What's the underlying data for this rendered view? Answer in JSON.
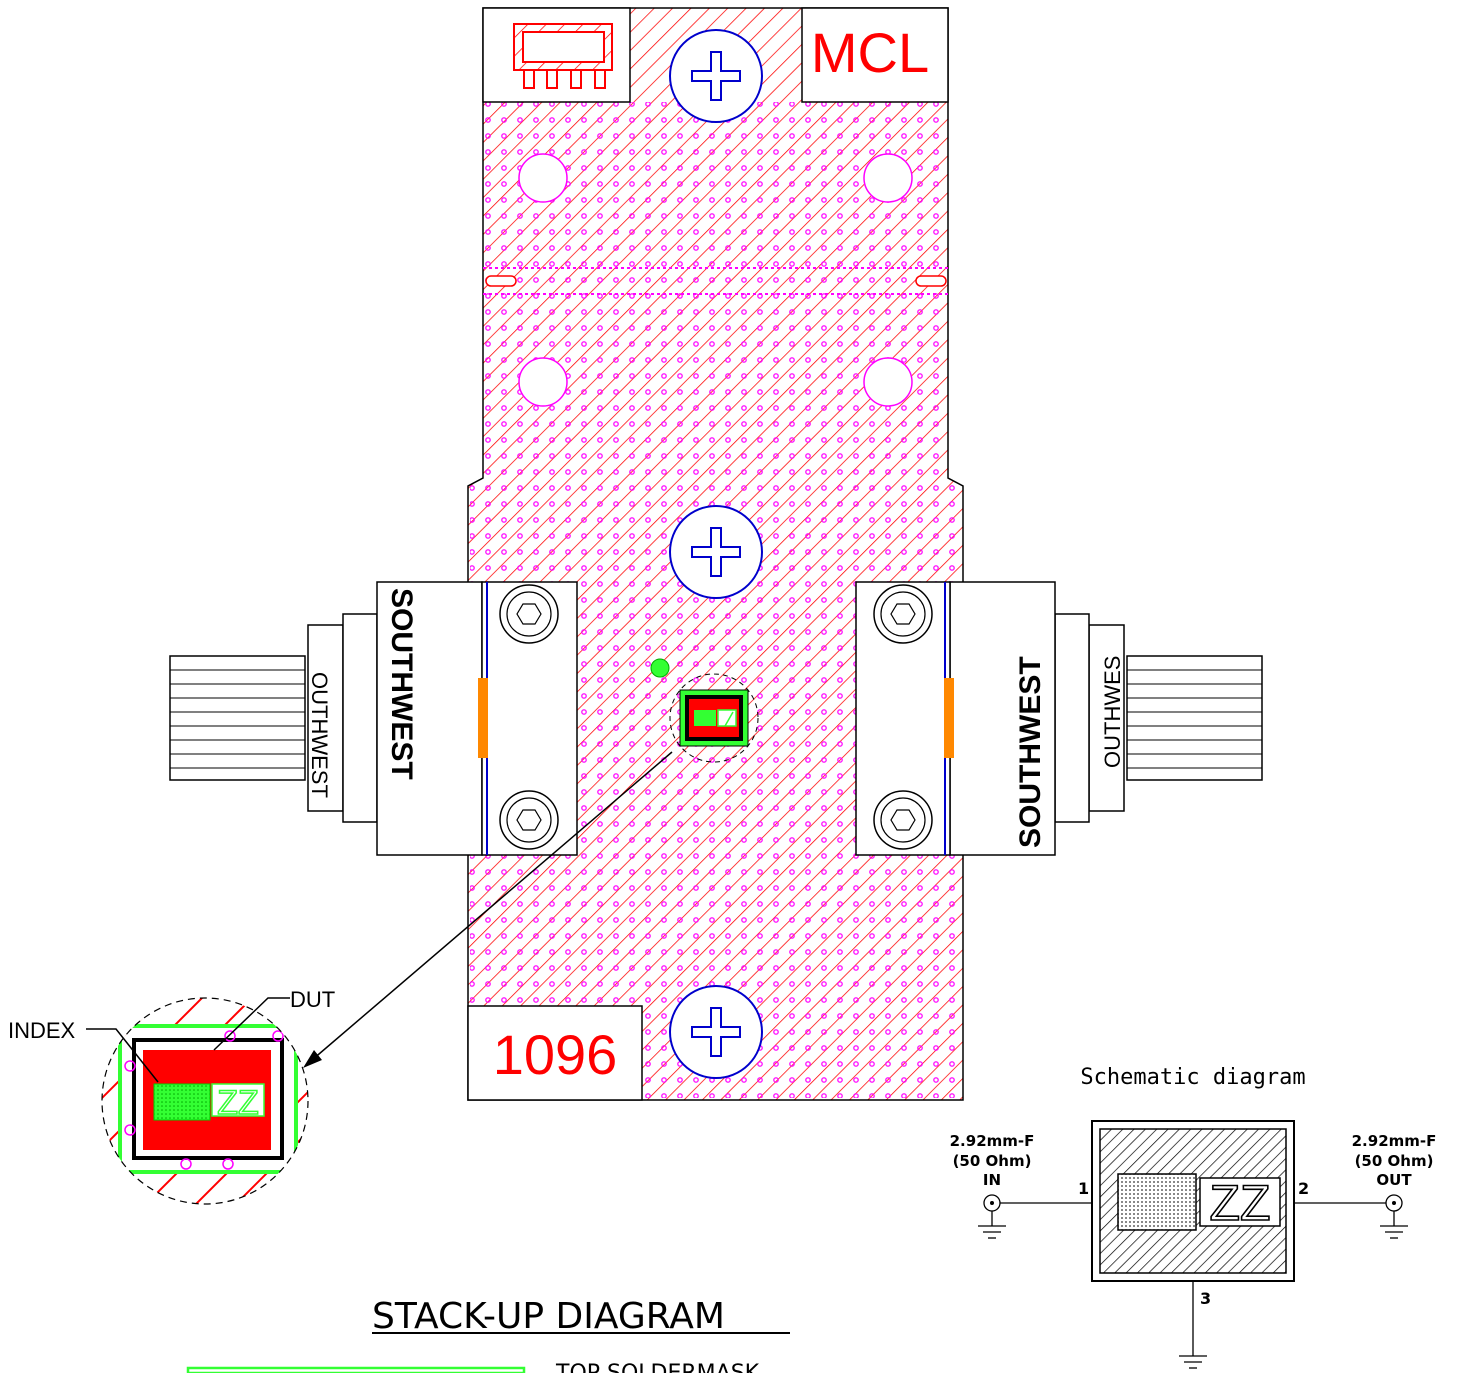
{
  "board": {
    "logo_text": "MCL",
    "part_number": "1096"
  },
  "connectors": {
    "brand": "SOUTHWEST",
    "brand_partial_left": "OUTHWEST",
    "brand_partial_right": "OUTHWES"
  },
  "detail": {
    "index_label": "INDEX",
    "dut_label": "DUT",
    "marking": "ZZ"
  },
  "schematic": {
    "title": "Schematic diagram",
    "in_connector": "2.92mm-F",
    "in_impedance": "(50 Ohm)",
    "in_label": "IN",
    "out_connector": "2.92mm-F",
    "out_impedance": "(50 Ohm)",
    "out_label": "OUT",
    "pin1": "1",
    "pin2": "2",
    "pin3": "3",
    "marking": "ZZ"
  },
  "stackup": {
    "title": "STACK-UP DIAGRAM",
    "layer1": "TOP SOLDERMASK"
  },
  "colors": {
    "copper": "#ff0000",
    "vias": "#ff00ff",
    "screw": "#0000cc",
    "soldermask": "#00ee00",
    "launch": "#ff8800"
  }
}
